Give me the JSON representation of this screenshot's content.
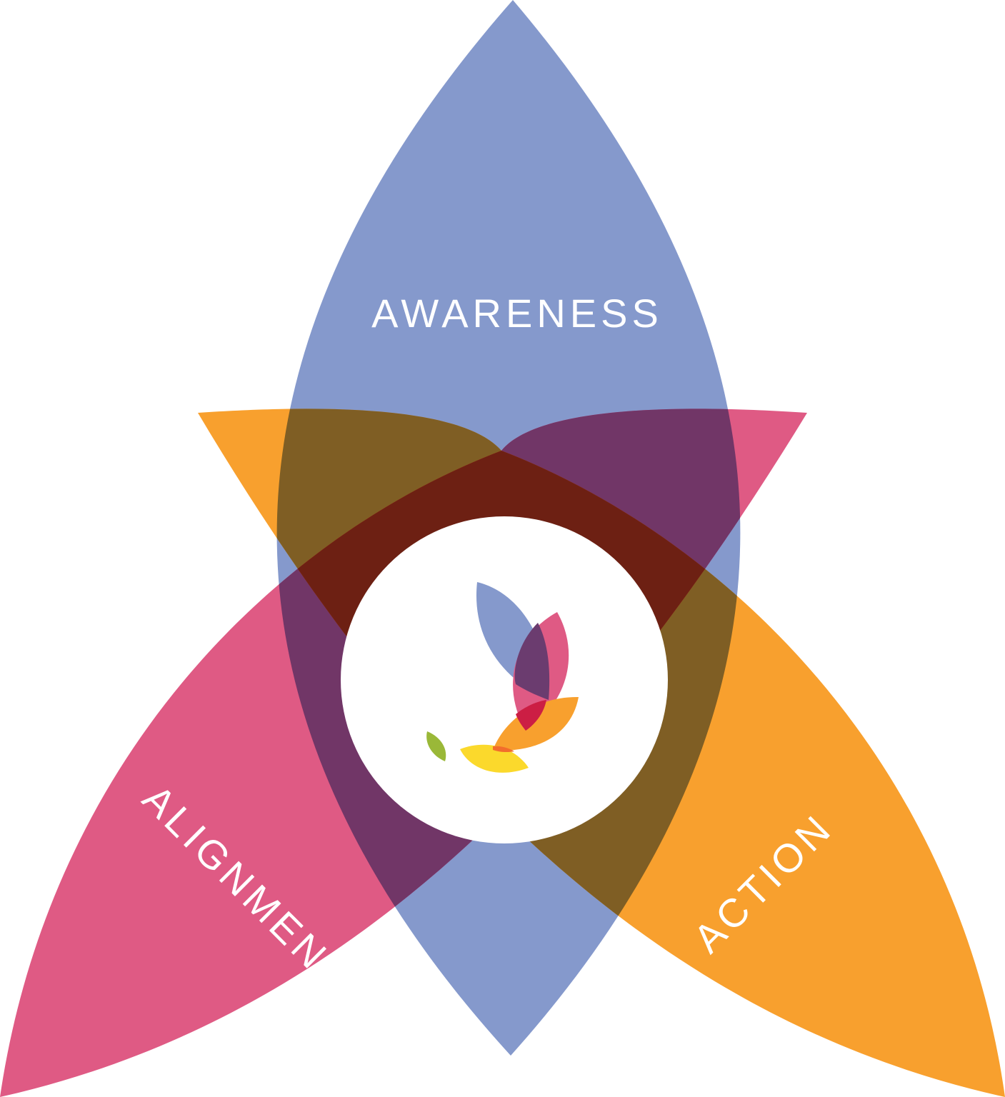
{
  "labels": {
    "awareness": "AWARENESS",
    "alignment": "ALIGNMENT",
    "action": "ACTION"
  },
  "colors": {
    "awareness": "#8599cc",
    "alignment": "#df5a84",
    "action": "#f8a02e",
    "core": "#6d2013",
    "awareness_alignment": "#713667",
    "awareness_action": "#7f5e24",
    "alignment_action": "#d83716",
    "center_circle": "#ffffff",
    "logo_green": "#9ab838",
    "logo_yellow": "#fbd92c",
    "logo_red": "#cc1e44",
    "logo_purple": "#6b3c6f",
    "label_text": "#ffffff"
  },
  "icons": {
    "center_logo": "lotus-logo-icon"
  }
}
